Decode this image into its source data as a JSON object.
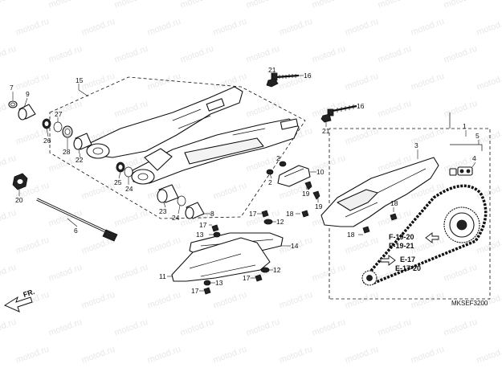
{
  "watermark": "motod.ru",
  "diagram_code": "MKSEF3200",
  "direction_label": "FR.",
  "references": [
    "F-19-20",
    "F-19-21",
    "E-17",
    "E-17-20"
  ],
  "callouts": {
    "c1": "1",
    "c2a": "2",
    "c2b": "2",
    "c3": "3",
    "c4": "4",
    "c5": "5",
    "c6": "6",
    "c7": "7",
    "c8": "8",
    "c9": "9",
    "c10": "10",
    "c11": "11",
    "c12a": "12",
    "c12b": "12",
    "c13a": "13",
    "c13b": "13",
    "c14": "14",
    "c15": "15",
    "c16a": "16",
    "c16b": "16",
    "c17a": "17",
    "c17b": "17",
    "c17c": "17",
    "c17d": "17",
    "c18a": "18",
    "c18b": "18",
    "c18c": "18",
    "c19a": "19",
    "c19b": "19",
    "c20": "20",
    "c21a": "21",
    "c21b": "21",
    "c22": "22",
    "c23": "23",
    "c24a": "24",
    "c24b": "24",
    "c25": "25",
    "c26": "26",
    "c27": "27",
    "c28": "28"
  }
}
